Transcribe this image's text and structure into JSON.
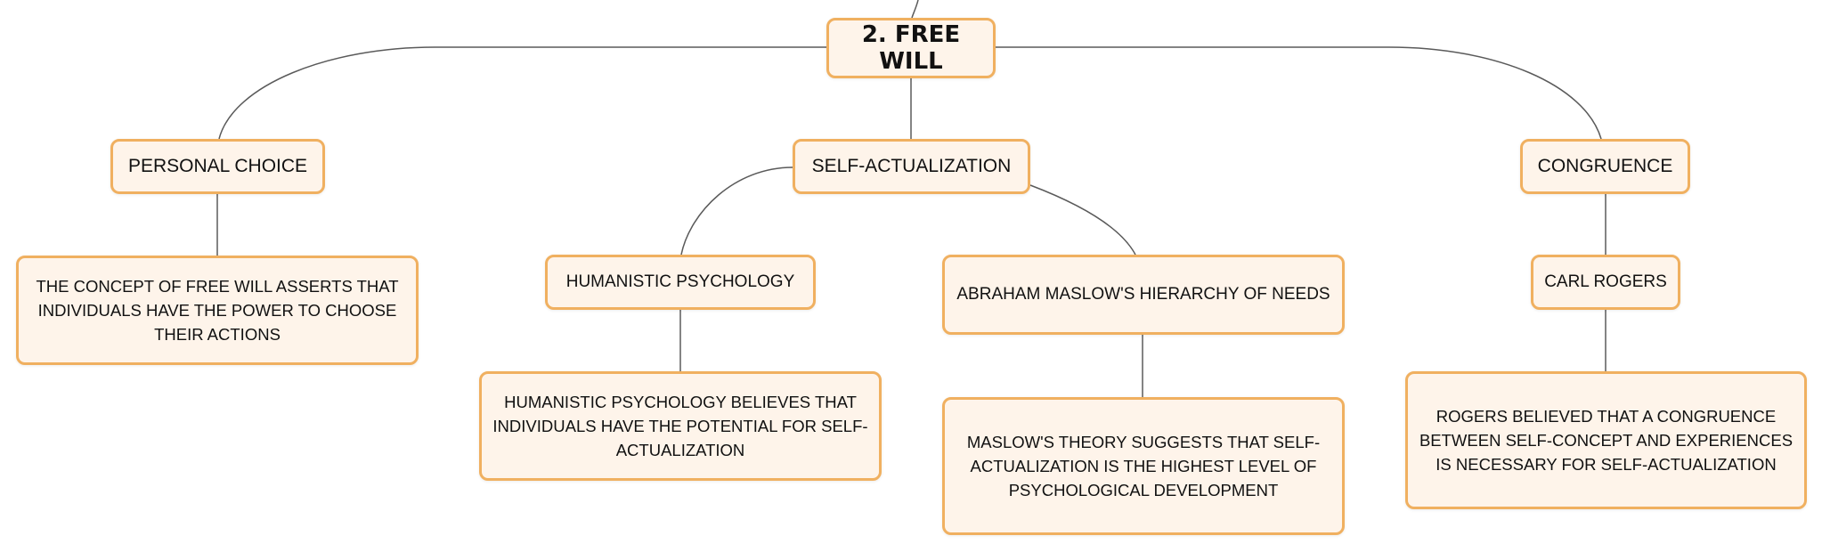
{
  "diagram": {
    "root": {
      "label": "2. FREE WILL"
    },
    "branches": [
      {
        "label": "PERSONAL CHOICE",
        "children": [
          {
            "label": "THE CONCEPT OF FREE WILL ASSERTS THAT INDIVIDUALS HAVE THE POWER TO CHOOSE THEIR ACTIONS"
          }
        ]
      },
      {
        "label": "SELF-ACTUALIZATION",
        "children": [
          {
            "label": "HUMANISTIC PSYCHOLOGY",
            "children": [
              {
                "label": "HUMANISTIC PSYCHOLOGY BELIEVES THAT INDIVIDUALS HAVE THE POTENTIAL FOR SELF-ACTUALIZATION"
              }
            ]
          },
          {
            "label": "ABRAHAM MASLOW'S HIERARCHY OF NEEDS",
            "children": [
              {
                "label": "MASLOW'S THEORY SUGGESTS THAT SELF-ACTUALIZATION IS THE HIGHEST LEVEL OF PSYCHOLOGICAL DEVELOPMENT"
              }
            ]
          }
        ]
      },
      {
        "label": "CONGRUENCE",
        "children": [
          {
            "label": "CARL ROGERS",
            "children": [
              {
                "label": "ROGERS BELIEVED THAT A CONGRUENCE BETWEEN SELF-CONCEPT AND EXPERIENCES IS NECESSARY FOR SELF-ACTUALIZATION"
              }
            ]
          }
        ]
      }
    ]
  },
  "colors": {
    "node_fill": "#fef4ea",
    "node_border": "#f0b060",
    "connector": "#5a5a5a",
    "text": "#111111"
  }
}
